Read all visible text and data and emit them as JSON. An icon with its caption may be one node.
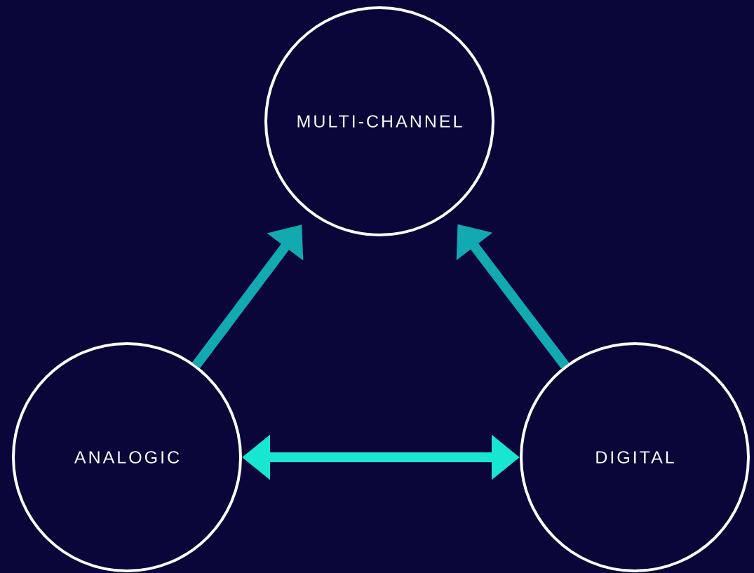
{
  "diagram": {
    "nodes": [
      {
        "text": [
          "MULTI-CHANNEL"
        ]
      },
      {
        "text": [
          "ANALOGIC"
        ]
      },
      {
        "text": [
          "DIGITAL"
        ]
      }
    ],
    "edges": [
      {
        "from": 1,
        "to": 0,
        "arrow": "to"
      },
      {
        "from": 2,
        "to": 0,
        "arrow": "to"
      },
      {
        "from": 1,
        "to": 2,
        "arrow": "both",
        "color": "#17e6d1"
      }
    ]
  }
}
